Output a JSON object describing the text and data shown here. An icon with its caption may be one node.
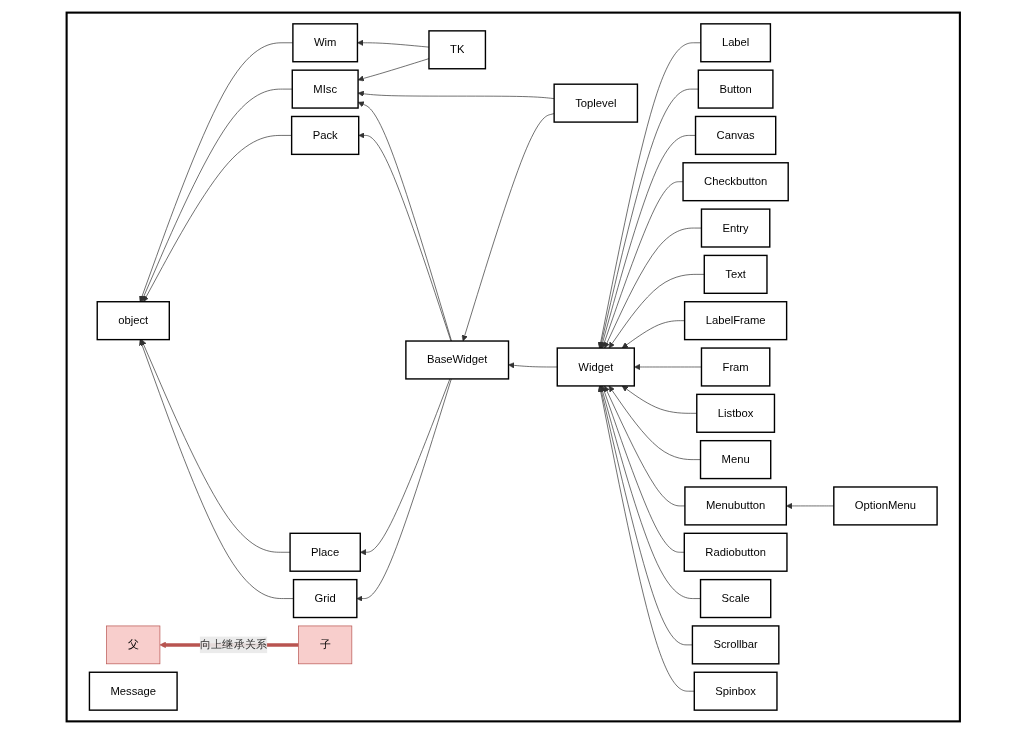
{
  "diagram": {
    "nodes": [
      {
        "text": [],
        "shape": "box"
      },
      {
        "text": [
          "Wim"
        ],
        "in": 0
      },
      {
        "text": [
          "TK"
        ],
        "in": 0
      },
      {
        "text": [
          "Toplevel"
        ],
        "in": 0
      },
      {
        "text": [
          "MIsc"
        ],
        "in": 0
      },
      {
        "text": [
          "BaseWidget"
        ],
        "in": 0
      },
      {
        "text": [
          "Widget"
        ],
        "in": 0
      },
      {
        "text": [
          "object"
        ],
        "in": 0
      },
      {
        "text": [
          "Pack"
        ],
        "in": 0
      },
      {
        "text": [
          "Place"
        ],
        "in": 0
      },
      {
        "text": [
          "Grid"
        ],
        "in": 0
      },
      {
        "text": [
          "Label"
        ],
        "in": 0
      },
      {
        "text": [
          "Button"
        ],
        "in": 0
      },
      {
        "text": [
          "Canvas"
        ],
        "in": 0
      },
      {
        "text": [
          "Checkbutton"
        ],
        "in": 0
      },
      {
        "text": [
          "Entry"
        ],
        "in": 0
      },
      {
        "text": [
          "Text"
        ],
        "in": 0
      },
      {
        "text": [
          "LabelFrame"
        ],
        "in": 0
      },
      {
        "text": [
          "Fram"
        ],
        "in": 0
      },
      {
        "text": [
          "Listbox"
        ],
        "in": 0
      },
      {
        "text": [
          "Menu"
        ],
        "in": 0
      },
      {
        "text": [
          "Menubutton"
        ],
        "in": 0
      },
      {
        "text": [
          "OptionMenu"
        ],
        "in": 0
      },
      {
        "text": [
          "Message"
        ],
        "in": 0
      },
      {
        "text": [
          "Radiobutton"
        ],
        "in": 0
      },
      {
        "text": [
          "Scale"
        ],
        "in": 0
      },
      {
        "text": [
          "Scrollbar"
        ],
        "in": 0
      },
      {
        "text": [
          "Spinbox"
        ],
        "in": 0
      },
      {
        "text": [
          "父"
        ],
        "in": 0
      },
      {
        "text": [
          "子"
        ],
        "in": 0
      }
    ],
    "edges": [
      {
        "from": 2,
        "to": 1,
        "arrow": "to"
      },
      {
        "from": 2,
        "to": 4,
        "arrow": "to"
      },
      {
        "from": 3,
        "to": 4,
        "arrow": "to"
      },
      {
        "from": 3,
        "to": 5,
        "arrow": "to"
      },
      {
        "from": 6,
        "to": 5,
        "arrow": "to"
      },
      {
        "from": 5,
        "to": 4,
        "arrow": "to"
      },
      {
        "from": 5,
        "to": 8,
        "arrow": "to"
      },
      {
        "from": 5,
        "to": 9,
        "arrow": "to"
      },
      {
        "from": 5,
        "to": 10,
        "arrow": "to"
      },
      {
        "from": 1,
        "to": 7,
        "arrow": "to"
      },
      {
        "from": 4,
        "to": 7,
        "arrow": "to"
      },
      {
        "from": 8,
        "to": 7,
        "arrow": "to"
      },
      {
        "from": 9,
        "to": 7,
        "arrow": "to"
      },
      {
        "from": 10,
        "to": 7,
        "arrow": "to"
      },
      {
        "from": 11,
        "to": 6,
        "arrow": "to"
      },
      {
        "from": 12,
        "to": 6,
        "arrow": "to"
      },
      {
        "from": 13,
        "to": 6,
        "arrow": "to"
      },
      {
        "from": 14,
        "to": 6,
        "arrow": "to"
      },
      {
        "from": 15,
        "to": 6,
        "arrow": "to"
      },
      {
        "from": 16,
        "to": 6,
        "arrow": "to"
      },
      {
        "from": 17,
        "to": 6,
        "arrow": "to"
      },
      {
        "from": 18,
        "to": 6,
        "arrow": "to"
      },
      {
        "from": 19,
        "to": 6,
        "arrow": "to"
      },
      {
        "from": 20,
        "to": 6,
        "arrow": "to"
      },
      {
        "from": 21,
        "to": 6,
        "arrow": "to"
      },
      {
        "from": 24,
        "to": 6,
        "arrow": "to"
      },
      {
        "from": 25,
        "to": 6,
        "arrow": "to"
      },
      {
        "from": 26,
        "to": 6,
        "arrow": "to"
      },
      {
        "from": 27,
        "to": 6,
        "arrow": "to"
      },
      {
        "from": 22,
        "to": 21,
        "arrow": "to"
      },
      {
        "from": 29,
        "to": 28,
        "arrow": "to",
        "label": "向上继承关系",
        "style": "thick",
        "color": "#b85450"
      }
    ]
  }
}
